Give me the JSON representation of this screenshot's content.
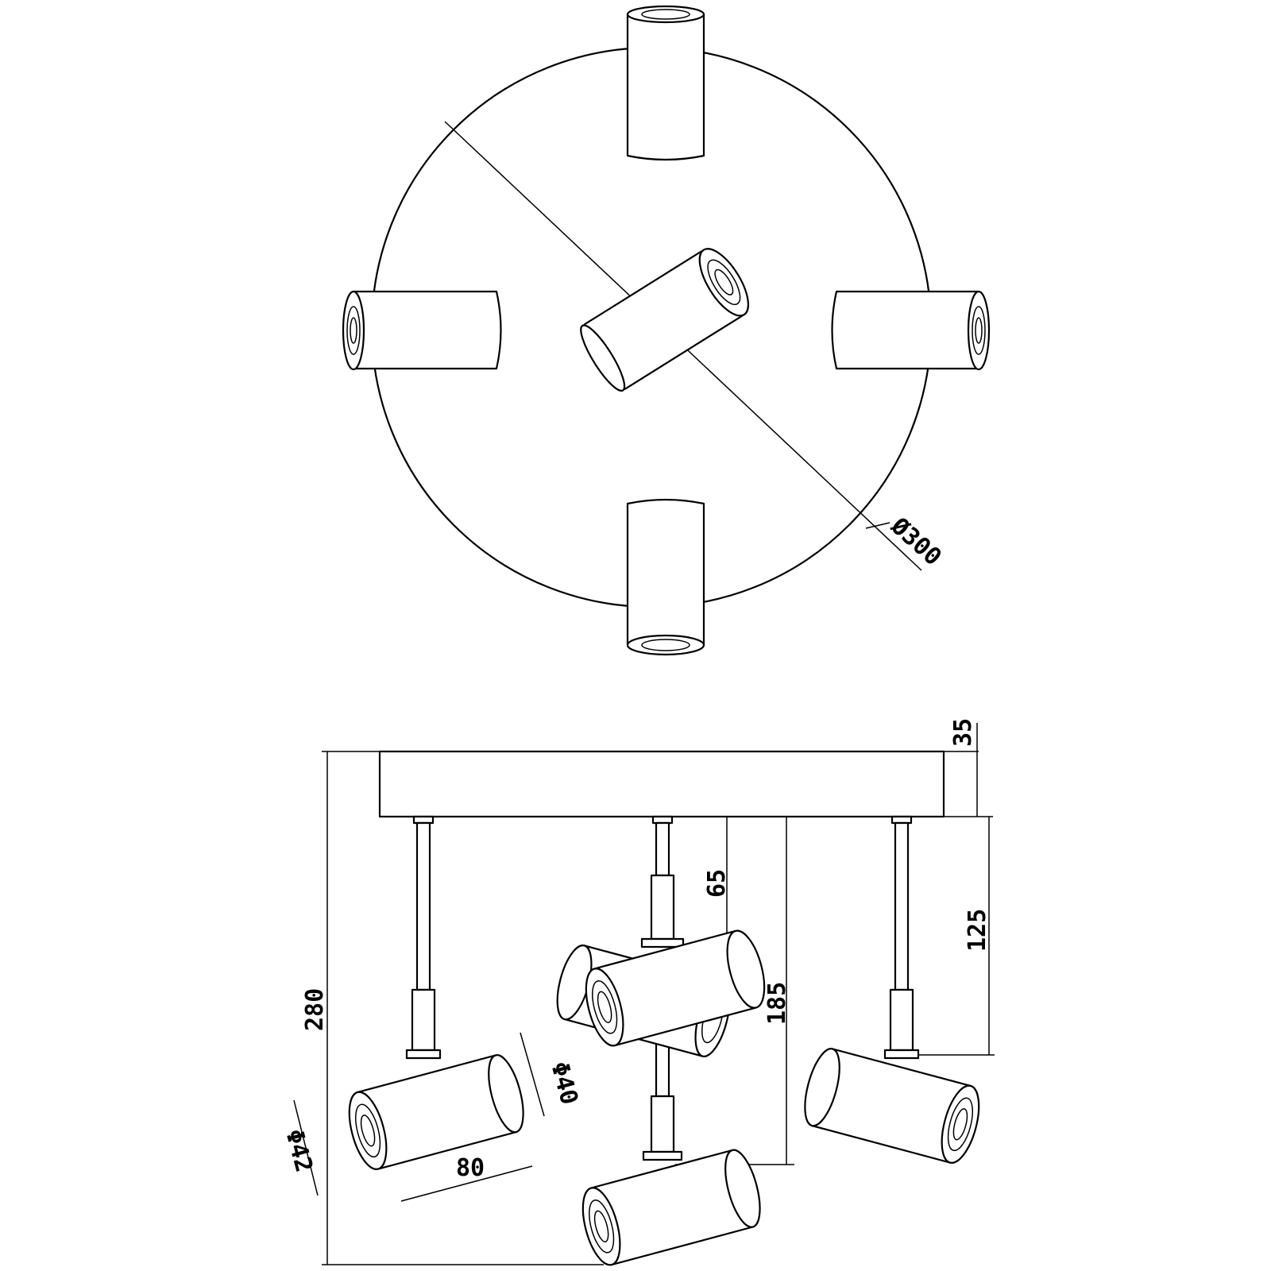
{
  "dimensions": {
    "plate_diameter": "Ø300",
    "plate_height": "35",
    "total_height": "280",
    "arm_height": "185",
    "rod_length": "65",
    "side_arm_length": "125",
    "head_diameter_front": "Φ42",
    "head_diameter_rear": "Φ40",
    "head_length": "80"
  }
}
